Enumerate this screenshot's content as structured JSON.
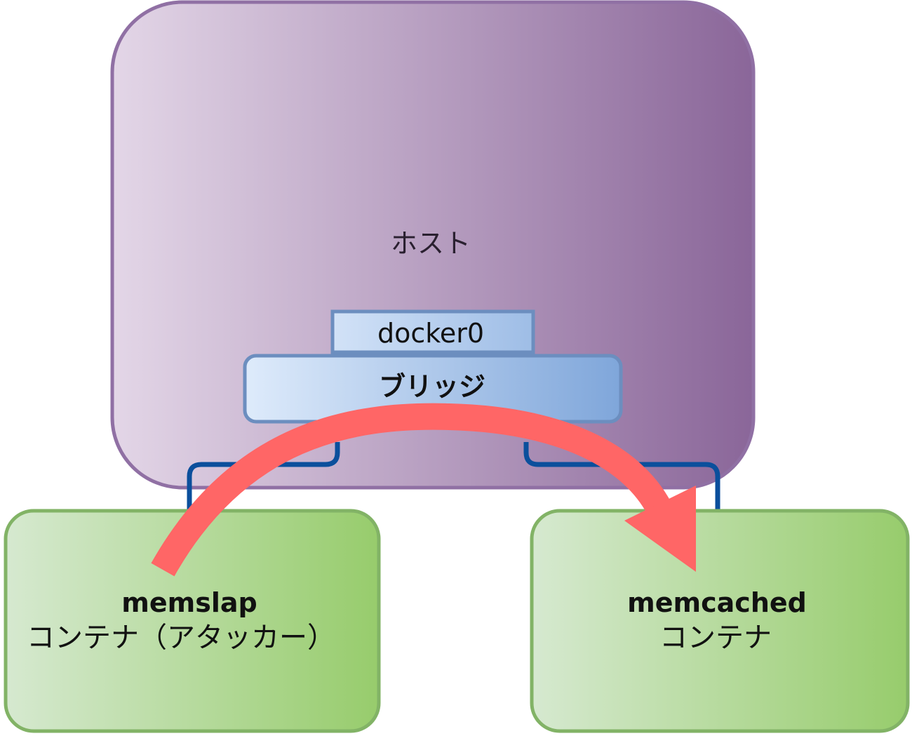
{
  "host": {
    "label": "ホスト"
  },
  "interface": {
    "label": "docker0"
  },
  "bridge": {
    "label": "ブリッジ"
  },
  "containers": {
    "attacker": {
      "name": "memslap",
      "caption": "コンテナ（アタッカー）"
    },
    "target": {
      "name": "memcached",
      "caption": "コンテナ"
    }
  },
  "colors": {
    "host_gradient_start": "#e3d6e7",
    "host_gradient_end": "#8a6699",
    "host_border": "#9070a4",
    "bridge_gradient_start": "#deebfb",
    "bridge_gradient_end": "#7fa6da",
    "bridge_border": "#6c8ebf",
    "container_gradient_start": "#d6e9d0",
    "container_gradient_end": "#97cc6c",
    "container_border": "#82b366",
    "link": "#0b4f9c",
    "attack_arrow": "#ff6666"
  }
}
